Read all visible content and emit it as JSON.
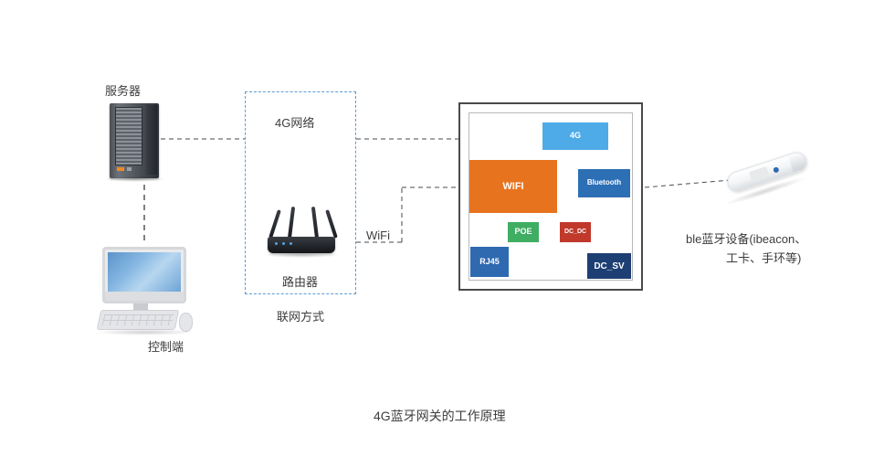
{
  "diagram": {
    "caption": "4G蓝牙网关的工作原理",
    "labels": {
      "server": "服务器",
      "control_terminal": "控制端",
      "router": "路由器",
      "network_method": "联网方式",
      "link_4g": "4G网络",
      "link_wifi": "WiFi",
      "ble_line1": "ble蓝牙设备(ibeacon、",
      "ble_line2": "工卡、手环等)"
    },
    "gateway_board": {
      "chips": [
        {
          "id": "chip-4g",
          "label": "4G",
          "color": "#4eabe8"
        },
        {
          "id": "chip-wifi",
          "label": "WIFI",
          "color": "#e8731f"
        },
        {
          "id": "chip-bluetooth",
          "label": "Bluetooth",
          "color": "#2d6fb5"
        },
        {
          "id": "chip-poe",
          "label": "POE",
          "color": "#3fae63"
        },
        {
          "id": "chip-dcdc",
          "label": "DC_DC",
          "color": "#c0392b"
        },
        {
          "id": "chip-rj45",
          "label": "RJ45",
          "color": "#2f6ab0"
        },
        {
          "id": "chip-dcsv",
          "label": "DC_SV",
          "color": "#1d3f73"
        }
      ]
    },
    "colors": {
      "dashed_link": "#4a4a4a",
      "dashed_box": "#5b9bd5",
      "board_border": "#4a4a4a",
      "red_trace": "#d94b3f",
      "blue_trace": "#4eabe8",
      "orange_trace": "#e8731f"
    }
  }
}
